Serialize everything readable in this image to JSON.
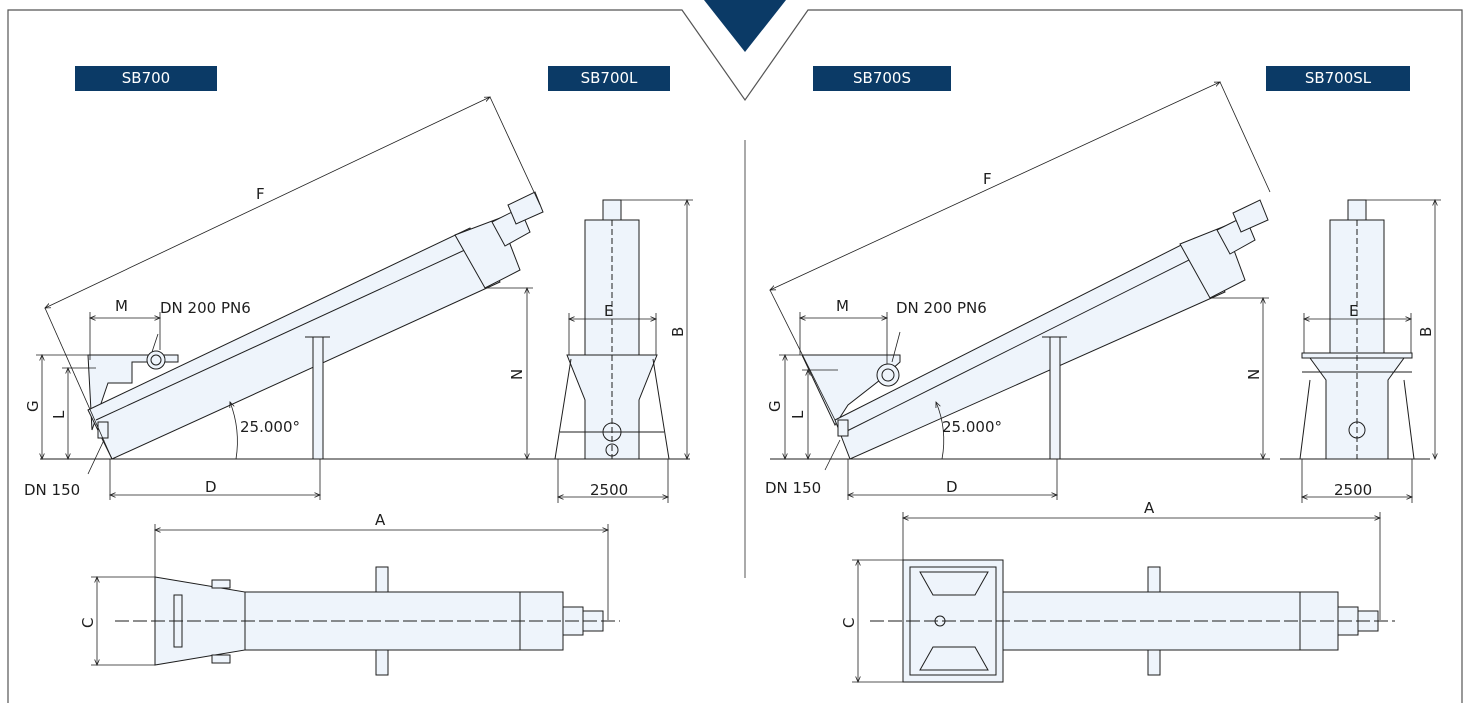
{
  "colors": {
    "brand": "#0b3a66",
    "fill": "#eef4fb",
    "stroke": "#1e1e1e",
    "frame": "#555555"
  },
  "labels": {
    "left_main": "SB700",
    "left_side": "SB700L",
    "right_main": "SB700S",
    "right_side": "SB700SL"
  },
  "dims": {
    "F": "F",
    "M": "M",
    "G": "G",
    "L": "L",
    "D": "D",
    "N": "N",
    "E": "E",
    "B": "B",
    "A": "A",
    "C": "C",
    "width": "2500",
    "angle": "25.000°",
    "inlet": "DN 200 PN6",
    "outlet": "DN 150"
  }
}
